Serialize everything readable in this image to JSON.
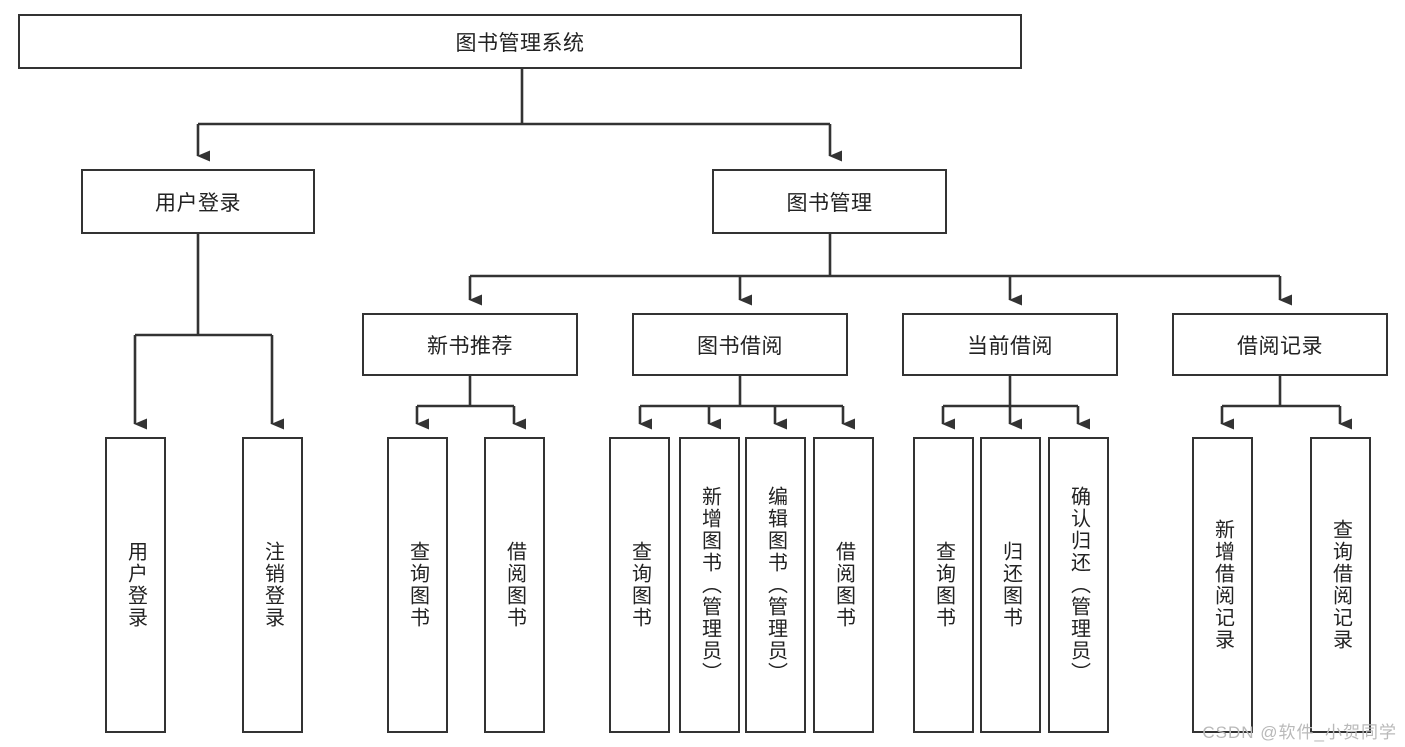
{
  "diagram": {
    "type": "tree",
    "title": "图书管理系统",
    "root": {
      "label": "图书管理系统"
    },
    "level2": [
      {
        "label": "用户登录"
      },
      {
        "label": "图书管理"
      }
    ],
    "level3": [
      {
        "label": "新书推荐"
      },
      {
        "label": "图书借阅"
      },
      {
        "label": "当前借阅"
      },
      {
        "label": "借阅记录"
      }
    ],
    "leaves": {
      "user_login": [
        {
          "label": "用户登录"
        },
        {
          "label": "注销登录"
        }
      ],
      "new_book_recommend": [
        {
          "label": "查询图书"
        },
        {
          "label": "借阅图书"
        }
      ],
      "book_borrow": [
        {
          "label": "查询图书"
        },
        {
          "label": "新增图书（管理员）"
        },
        {
          "label": "编辑图书（管理员）"
        },
        {
          "label": "借阅图书"
        }
      ],
      "current_borrow": [
        {
          "label": "查询图书"
        },
        {
          "label": "归还图书"
        },
        {
          "label": "确认归还（管理员）"
        }
      ],
      "borrow_record": [
        {
          "label": "新增借阅记录"
        },
        {
          "label": "查询借阅记录"
        }
      ]
    }
  },
  "watermark": {
    "text": "CSDN @软件_小贺同学"
  },
  "colors": {
    "stroke": "#333333",
    "box_fill": "#ffffff",
    "text": "#222222",
    "watermark": "#b9b9b9"
  }
}
